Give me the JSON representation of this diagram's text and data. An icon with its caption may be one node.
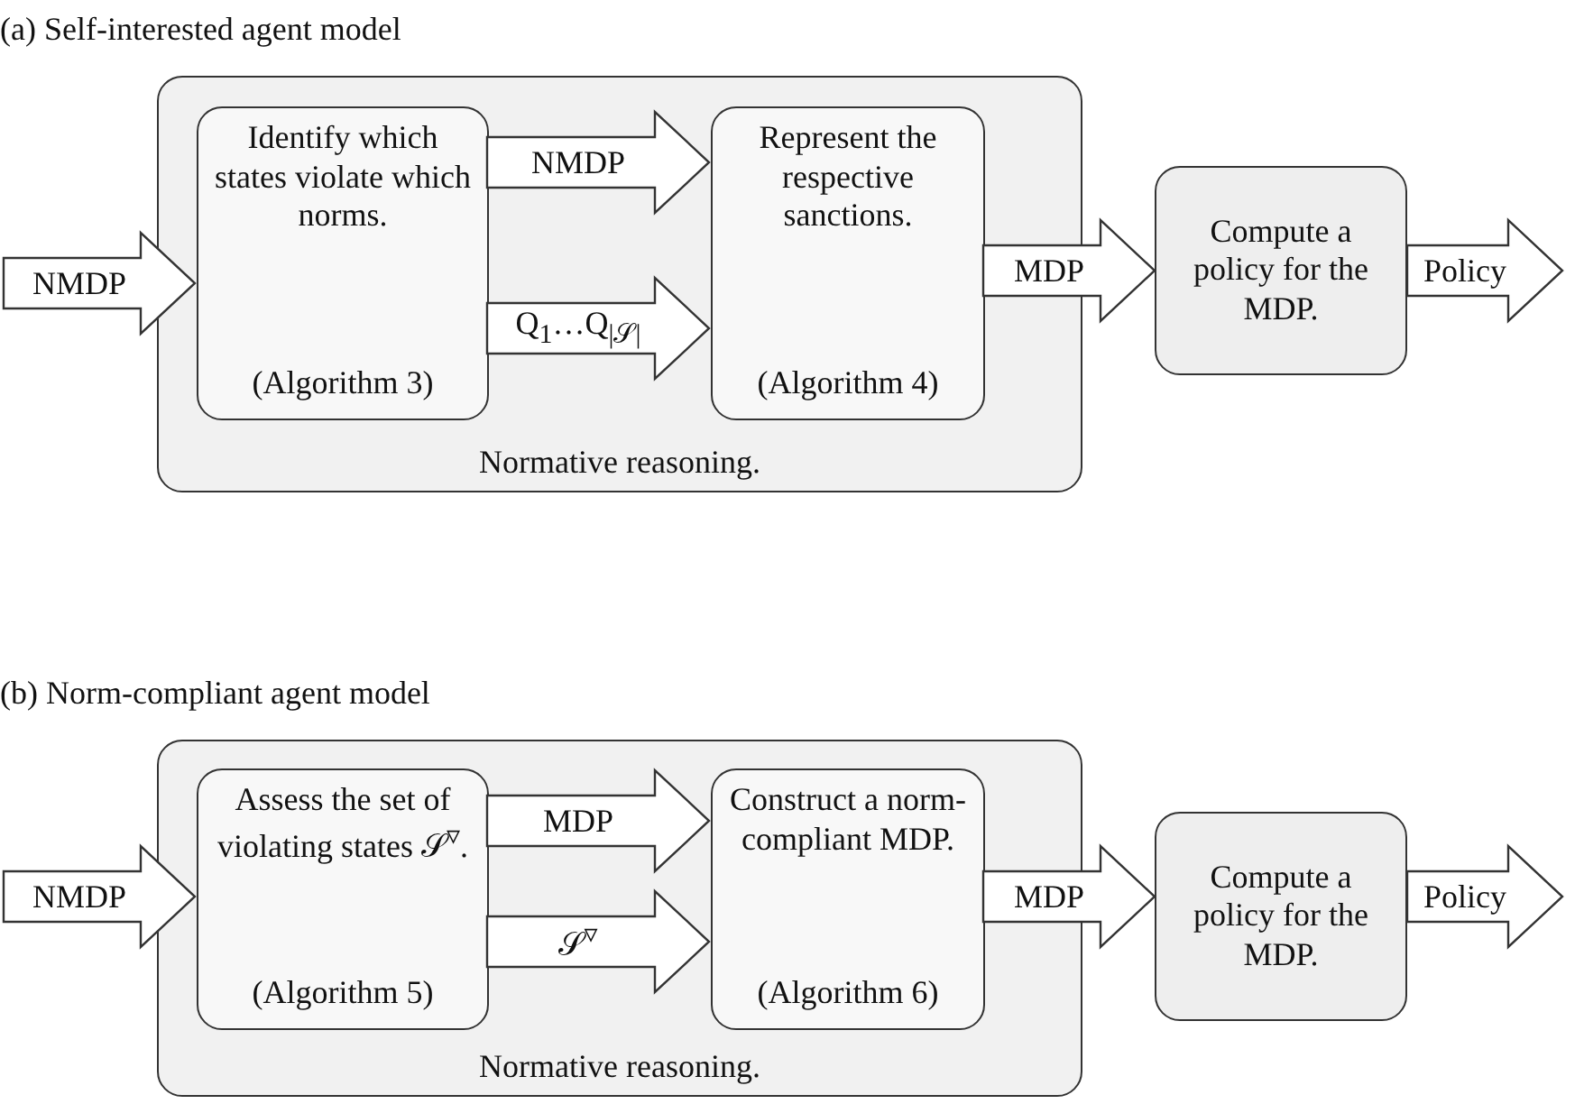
{
  "diagram": {
    "nodes": [
      {
        "text": [
          "Normative reasoning."
        ]
      },
      {
        "text": [
          "Identify which states violate which norms.",
          "(Algorithm 3)"
        ],
        "in": 0
      },
      {
        "text": [
          "Represent the respective sanctions.",
          "(Algorithm 4)"
        ],
        "in": 0
      },
      {
        "text": [
          "Compute a policy for the MDP."
        ]
      },
      {
        "text": [
          "Normative reasoning."
        ]
      },
      {
        "text": [
          "Assess the set of violating states 𝒮$^{▿}$.",
          "(Algorithm 5)"
        ],
        "in": 4
      },
      {
        "text": [
          "Construct a norm-compliant MDP.",
          "(Algorithm 6)"
        ],
        "in": 4
      },
      {
        "text": [
          "Compute a policy for the MDP."
        ]
      }
    ],
    "edges": [
      {
        "from": null,
        "to": 1,
        "arrow": "to",
        "label": "NMDP"
      },
      {
        "from": 1,
        "to": 2,
        "arrow": "to",
        "label": "NMDP"
      },
      {
        "from": 1,
        "to": 2,
        "arrow": "to",
        "label": "Q$_{1}$…Q$_{|𝒮|}$"
      },
      {
        "from": 2,
        "to": 3,
        "arrow": "to",
        "label": "MDP"
      },
      {
        "from": 3,
        "to": null,
        "arrow": "to",
        "label": "Policy"
      },
      {
        "from": null,
        "to": 5,
        "arrow": "to",
        "label": "NMDP"
      },
      {
        "from": 5,
        "to": 6,
        "arrow": "to",
        "label": "MDP"
      },
      {
        "from": 5,
        "to": 6,
        "arrow": "to",
        "label": "𝒮$^{▿}$"
      },
      {
        "from": 6,
        "to": 7,
        "arrow": "to",
        "label": "MDP"
      },
      {
        "from": 7,
        "to": null,
        "arrow": "to",
        "label": "Policy"
      }
    ],
    "labels": [
      "(a) Self-interested agent model",
      "(b) Norm-compliant agent model"
    ]
  }
}
